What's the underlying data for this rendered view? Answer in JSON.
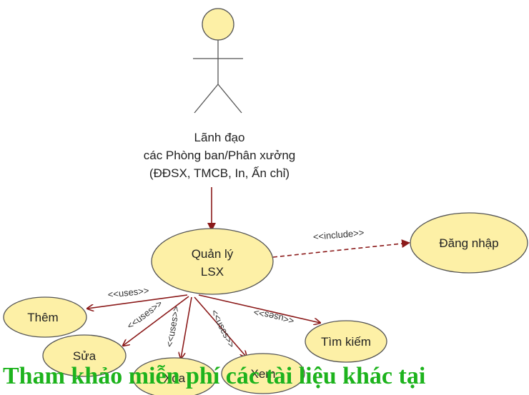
{
  "actor": {
    "line1": "Lãnh đạo",
    "line2": "các Phòng ban/Phân xưởng",
    "line3": "(ĐĐSX, TMCB, In, Ấn chỉ)"
  },
  "usecases": {
    "main": {
      "line1": "Quản lý",
      "line2": "LSX"
    },
    "login": "Đăng nhập",
    "add": "Thêm",
    "edit": "Sửa",
    "delete": "Xóa",
    "view": "Xem",
    "search": "Tìm kiếm"
  },
  "stereotypes": {
    "include": "<<include>>",
    "uses": "<<uses>>"
  },
  "watermark": "Tham khảo miễn phí các tài liệu khác tại",
  "colors": {
    "usecase_fill": "#fdf0a6",
    "arrow": "#8b1a1a",
    "watermark": "#1db31d"
  }
}
